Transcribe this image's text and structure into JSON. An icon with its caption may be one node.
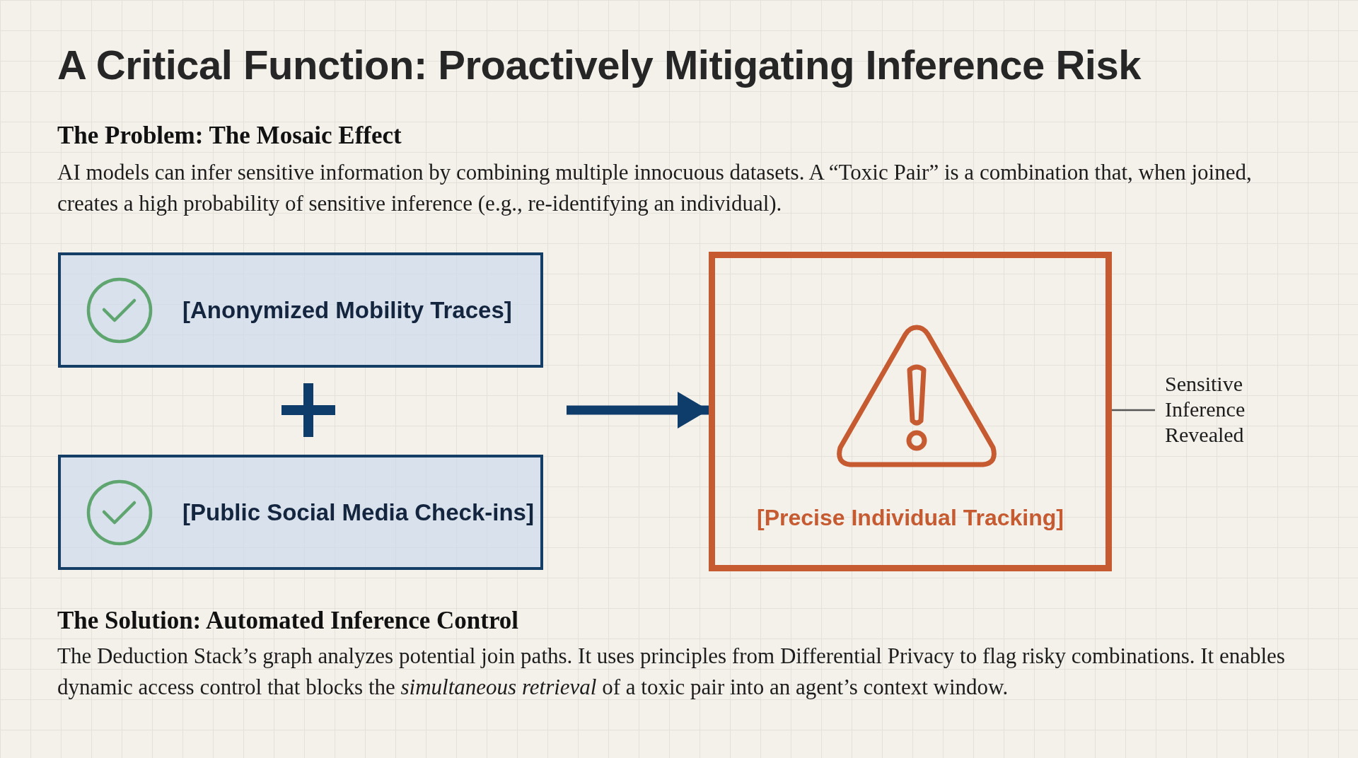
{
  "diagram": {
    "title": "A Critical Function: Proactively Mitigating Inference Risk",
    "nodes": [
      {
        "text": [
          "[Anonymized Mobility Traces]"
        ]
      },
      {
        "text": [
          "[Public Social Media Check-ins]"
        ]
      },
      {
        "text": [
          "[Precise Individual Tracking]"
        ]
      },
      {
        "text": [
          "Sensitive Inference Revealed"
        ]
      }
    ],
    "edges": [
      {
        "from": null,
        "to": 2,
        "arrow": "to",
        "style": "thick",
        "color": "#0f3d6b"
      },
      {
        "from": 3,
        "to": 2,
        "arrow": "none",
        "color": "#555555"
      }
    ],
    "labels": [
      "The Problem: The Mosaic Effect",
      "AI models can infer sensitive information by combining multiple innocuous datasets. A “Toxic Pair” is a combination that, when joined, creates a high probability of sensitive inference (e.g., re-identifying an individual).",
      "The Solution: Automated Inference Control",
      "The Deduction Stack’s graph analyzes potential join paths. It uses principles from Differential Privacy to flag risky combinations. It enables dynamic access control that blocks the *simultaneous retrieval* of a toxic pair into an agent’s context window."
    ]
  }
}
